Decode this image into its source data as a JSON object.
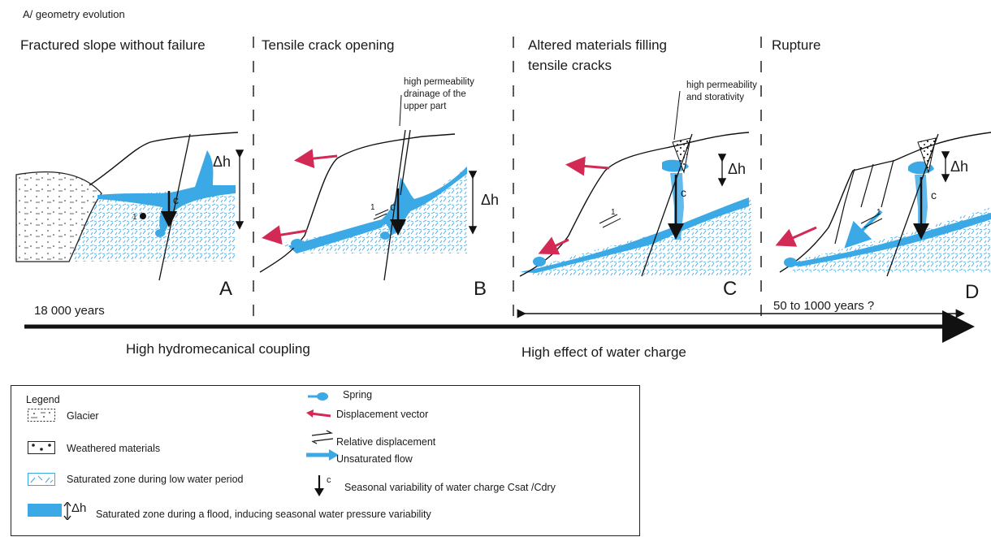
{
  "section_title": "A/ geometry evolution",
  "panels": [
    {
      "title": "Fractured slope without failure",
      "letter": "A"
    },
    {
      "title": "Tensile crack opening",
      "letter": "B"
    },
    {
      "title_line1": "Altered materials filling",
      "title_line2": "tensile cracks",
      "letter": "C"
    },
    {
      "title": "Rupture",
      "letter": "D"
    }
  ],
  "annotations": {
    "drainage": [
      "high permeability",
      "drainage of the",
      "upper part"
    ],
    "storativity": [
      "high permeability",
      "and storativity"
    ],
    "delta_h": "Δh",
    "c": "c",
    "one": "1"
  },
  "timeline": {
    "left_duration": "18 000 years",
    "right_duration": "50 to 1000 years ?",
    "phase_left": "High hydromecanical coupling",
    "phase_right": "High effect of water charge"
  },
  "legend": {
    "title": "Legend",
    "items_left": [
      {
        "icon": "glacier-swatch",
        "label": "Glacier"
      },
      {
        "icon": "weathered-swatch",
        "label": "Weathered materials"
      },
      {
        "icon": "saturated-low-swatch",
        "label": "Saturated zone during low water period"
      },
      {
        "icon": "flood-swatch",
        "label": "Saturated zone during a flood, inducing seasonal water pressure variability",
        "symbol": "Δh"
      }
    ],
    "items_right": [
      {
        "icon": "spring-icon",
        "label": "Spring"
      },
      {
        "icon": "displacement-arrow-icon",
        "label": "Displacement vector"
      },
      {
        "icon": "relative-displacement-icon",
        "label": "Relative displacement"
      },
      {
        "icon": "unsaturated-flow-icon",
        "label": "Unsaturated flow"
      },
      {
        "icon": "seasonal-arrow-icon",
        "label": "Seasonal variability of water charge Csat /Cdry",
        "symbol": "c"
      }
    ]
  },
  "colors": {
    "water": "#3aa9e6",
    "hatch": "#4aa7de",
    "displacement": "#d22a55",
    "ink": "#1a1a1a"
  }
}
